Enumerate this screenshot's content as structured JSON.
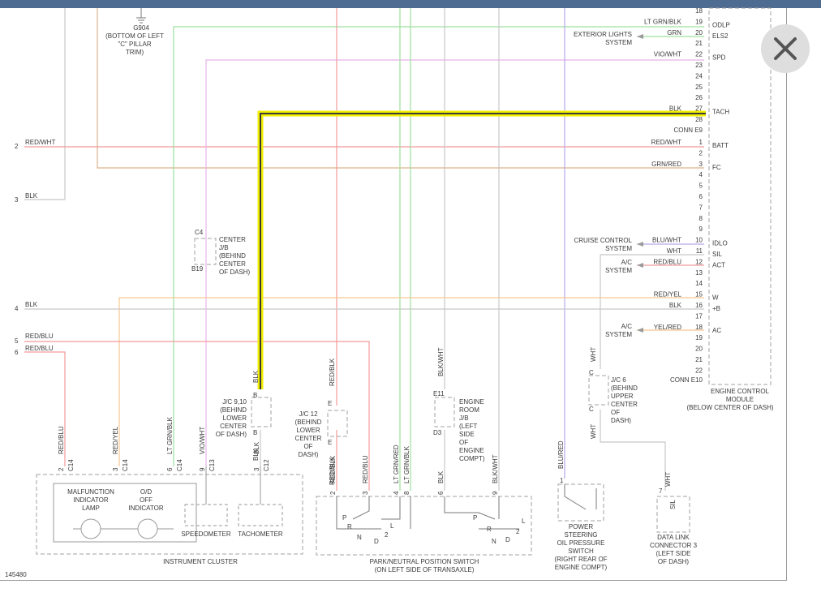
{
  "figure_id": "145480",
  "ecm": {
    "title_lines": [
      "ENGINE CONTROL",
      "MODULE",
      "(BELOW CENTER OF DASH)"
    ],
    "conn_e9": "CONN E9",
    "conn_e10": "CONN E10",
    "pins_e9": [
      {
        "n": "18",
        "wire": "",
        "func": ""
      },
      {
        "n": "19",
        "wire": "LT GRN/BLK",
        "func": "ODLP"
      },
      {
        "n": "20",
        "wire": "GRN",
        "func": "ELS2"
      },
      {
        "n": "21",
        "wire": "",
        "func": ""
      },
      {
        "n": "22",
        "wire": "VIO/WHT",
        "func": "SPD"
      },
      {
        "n": "23",
        "wire": "",
        "func": ""
      },
      {
        "n": "24",
        "wire": "",
        "func": ""
      },
      {
        "n": "25",
        "wire": "",
        "func": ""
      },
      {
        "n": "26",
        "wire": "",
        "func": ""
      },
      {
        "n": "27",
        "wire": "BLK",
        "func": "TACH"
      },
      {
        "n": "28",
        "wire": "",
        "func": ""
      }
    ],
    "pins_e10": [
      {
        "n": "1",
        "wire": "RED/WHT",
        "func": "BATT"
      },
      {
        "n": "2",
        "wire": "",
        "func": ""
      },
      {
        "n": "3",
        "wire": "GRN/RED",
        "func": "FC"
      },
      {
        "n": "4",
        "wire": "",
        "func": ""
      },
      {
        "n": "5",
        "wire": "",
        "func": ""
      },
      {
        "n": "6",
        "wire": "",
        "func": ""
      },
      {
        "n": "7",
        "wire": "",
        "func": ""
      },
      {
        "n": "8",
        "wire": "",
        "func": ""
      },
      {
        "n": "9",
        "wire": "",
        "func": ""
      },
      {
        "n": "10",
        "wire": "BLU/WHT",
        "func": "IDLO"
      },
      {
        "n": "11",
        "wire": "WHT",
        "func": "SIL"
      },
      {
        "n": "12",
        "wire": "RED/BLU",
        "func": "ACT"
      },
      {
        "n": "13",
        "wire": "",
        "func": ""
      },
      {
        "n": "14",
        "wire": "",
        "func": ""
      },
      {
        "n": "15",
        "wire": "RED/YEL",
        "func": "W"
      },
      {
        "n": "16",
        "wire": "BLK",
        "func": "+B"
      },
      {
        "n": "17",
        "wire": "",
        "func": ""
      },
      {
        "n": "18",
        "wire": "YEL/RED",
        "func": "AC"
      },
      {
        "n": "19",
        "wire": "",
        "func": ""
      },
      {
        "n": "20",
        "wire": "",
        "func": ""
      },
      {
        "n": "21",
        "wire": "",
        "func": ""
      },
      {
        "n": "22",
        "wire": "",
        "func": ""
      }
    ]
  },
  "left_refs": [
    {
      "n": "2",
      "wire": "RED/WHT"
    },
    {
      "n": "3",
      "wire": "BLK"
    },
    {
      "n": "4",
      "wire": "BLK"
    },
    {
      "n": "5",
      "wire": "RED/BLU"
    },
    {
      "n": "6",
      "wire": "RED/BLU"
    }
  ],
  "ground": {
    "id": "G904",
    "lines": [
      "(BOTTOM OF LEFT",
      "\"C\" PILLAR",
      "TRIM)"
    ]
  },
  "systems": {
    "exterior_lights": [
      "EXTERIOR LIGHTS",
      "SYSTEM"
    ],
    "cruise_control": [
      "CRUISE CONTROL",
      "SYSTEM"
    ],
    "ac1": [
      "A/C",
      "SYSTEM"
    ],
    "ac2": [
      "A/C",
      "SYSTEM"
    ]
  },
  "center_jb": {
    "top": "C4",
    "bottom": "B19",
    "lines": [
      "CENTER",
      "J/B",
      "(BEHIND",
      "CENTER",
      "OF DASH)"
    ]
  },
  "jc_910": {
    "top": "B",
    "bottom": "B",
    "wire_top": "BLK",
    "wire_bottom": "BLK",
    "lines": [
      "J/C 9,10",
      "(BEHIND",
      "LOWER",
      "CENTER",
      "OF DASH)"
    ]
  },
  "jc_12": {
    "top": "E",
    "bottom": "E",
    "wire_top": "RED/BLK",
    "wire_bottom": "RED/BLK",
    "lines": [
      "J/C 12",
      "(BEHIND",
      "LOWER",
      "CENTER",
      "OF",
      "DASH)"
    ]
  },
  "engine_room_jb": {
    "top": "E11",
    "bottom": "D3",
    "wire_top": "BLK/WHT",
    "lines": [
      "ENGINE",
      "ROOM",
      "J/B",
      "(LEFT",
      "SIDE",
      "OF",
      "ENGINE",
      "COMPT)"
    ]
  },
  "jc_6": {
    "top": "C",
    "bottom": "C",
    "wire_top": "WHT",
    "wire_bottom": "WHT",
    "lines": [
      "J/C 6",
      "(BEHIND",
      "UPPER",
      "CENTER",
      "OF",
      "DASH)"
    ]
  },
  "instrument_cluster": {
    "title": "INSTRUMENT CLUSTER",
    "pins": [
      {
        "pin": "2",
        "wire": "RED/BLU",
        "conn": "C14"
      },
      {
        "pin": "3",
        "wire": "RED/YEL",
        "conn": "C14"
      },
      {
        "pin": "6",
        "wire": "LT GRN/BLK",
        "conn": "C14"
      },
      {
        "pin": "9",
        "wire": "VIO/WHT",
        "conn": "C13"
      },
      {
        "pin": "3",
        "wire": "BLK",
        "conn": "C12"
      }
    ],
    "mil": [
      "MALFUNCTION",
      "INDICATOR",
      "LAMP"
    ],
    "od": [
      "O/D",
      "OFF",
      "INDICATOR"
    ],
    "speedometer": "SPEEDOMETER",
    "tachometer": "TACHOMETER"
  },
  "pnp_switch": {
    "title": [
      "PARK/NEUTRAL POSITION SWITCH",
      "(ON LEFT SIDE OF TRANSAXLE)"
    ],
    "pins": [
      {
        "pin": "2",
        "wire": "RED/BLK"
      },
      {
        "pin": "3",
        "wire": "RED/BLU"
      },
      {
        "pin": "4",
        "wire": "LT GRN/RED"
      },
      {
        "pin": "8",
        "wire": "LT GRN/BLK"
      },
      {
        "pin": "6",
        "wire": "BLK"
      },
      {
        "pin": "9",
        "wire": "BLK/WHT"
      }
    ],
    "left_positions": [
      "P",
      "R",
      "N",
      "D",
      "L",
      "2"
    ],
    "right_positions": [
      "P",
      "R",
      "N",
      "D",
      "L",
      "2"
    ]
  },
  "ps_switch": {
    "pin": "1",
    "wire": "BLU/RED",
    "lines": [
      "POWER",
      "STEERING",
      "OIL PRESSURE",
      "SWITCH",
      "(RIGHT REAR OF",
      "ENGINE COMPT)"
    ]
  },
  "dlc3": {
    "pin": "7",
    "wire": "WHT",
    "label": "SIL",
    "lines": [
      "DATA LINK",
      "CONNECTOR 3",
      "(LEFT SIDE",
      "OF DASH)"
    ]
  },
  "colors": {
    "highlight": "#f2ee00",
    "red": "#f29a9a",
    "green": "#9ee09e",
    "violet": "#e8b0e8",
    "orange": "#f5c890",
    "tan": "#dcb48c",
    "gray": "#c8c8c8",
    "blue_violet": "#b8a8e8"
  }
}
